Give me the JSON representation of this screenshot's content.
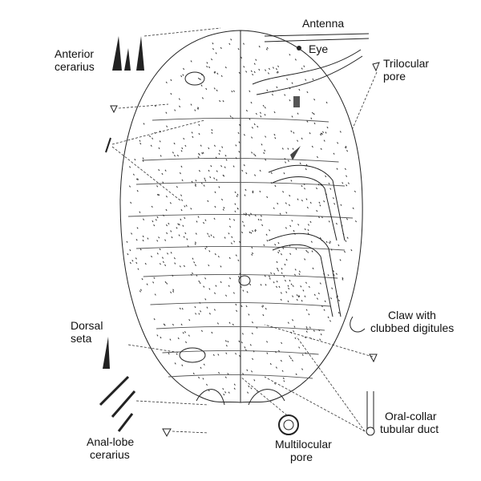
{
  "labels": {
    "antenna": "Antenna",
    "eye": "Eye",
    "anterior_cerarius": [
      "Anterior",
      "cerarius"
    ],
    "trilocular_pore": [
      "Trilocular",
      "pore"
    ],
    "claw": [
      "Claw with",
      "clubbed digitules"
    ],
    "dorsal_seta": [
      "Dorsal",
      "seta"
    ],
    "anal_lobe_cerarius": [
      "Anal-lobe",
      "cerarius"
    ],
    "multilocular_pore": [
      "Multilocular",
      "pore"
    ],
    "oral_collar_duct": [
      "Oral-collar",
      "tubular duct"
    ]
  }
}
